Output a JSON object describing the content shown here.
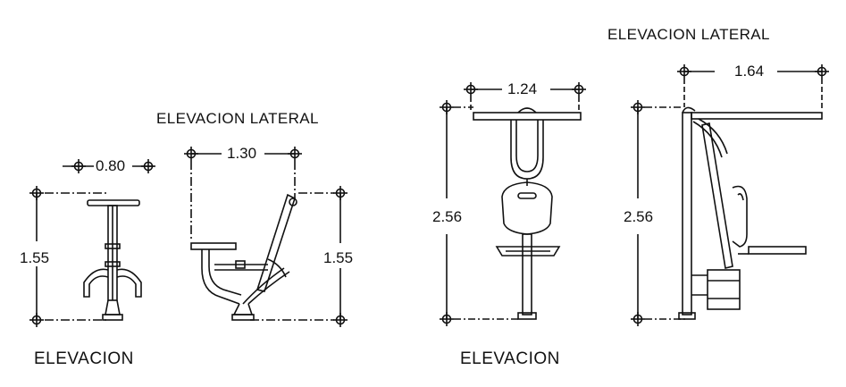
{
  "groups": [
    {
      "id": "left",
      "front_title": "ELEVACION",
      "side_title": "ELEVACION LATERAL",
      "front_width": "0.80",
      "front_height": "1.55",
      "side_width": "1.30",
      "side_height": "1.55"
    },
    {
      "id": "right",
      "front_title": "ELEVACION",
      "side_title": "ELEVACION LATERAL",
      "front_width": "1.24",
      "front_height": "2.56",
      "side_width": "1.64",
      "side_height": "2.56"
    }
  ],
  "colors": {
    "line": "#111111",
    "background": "#ffffff"
  }
}
